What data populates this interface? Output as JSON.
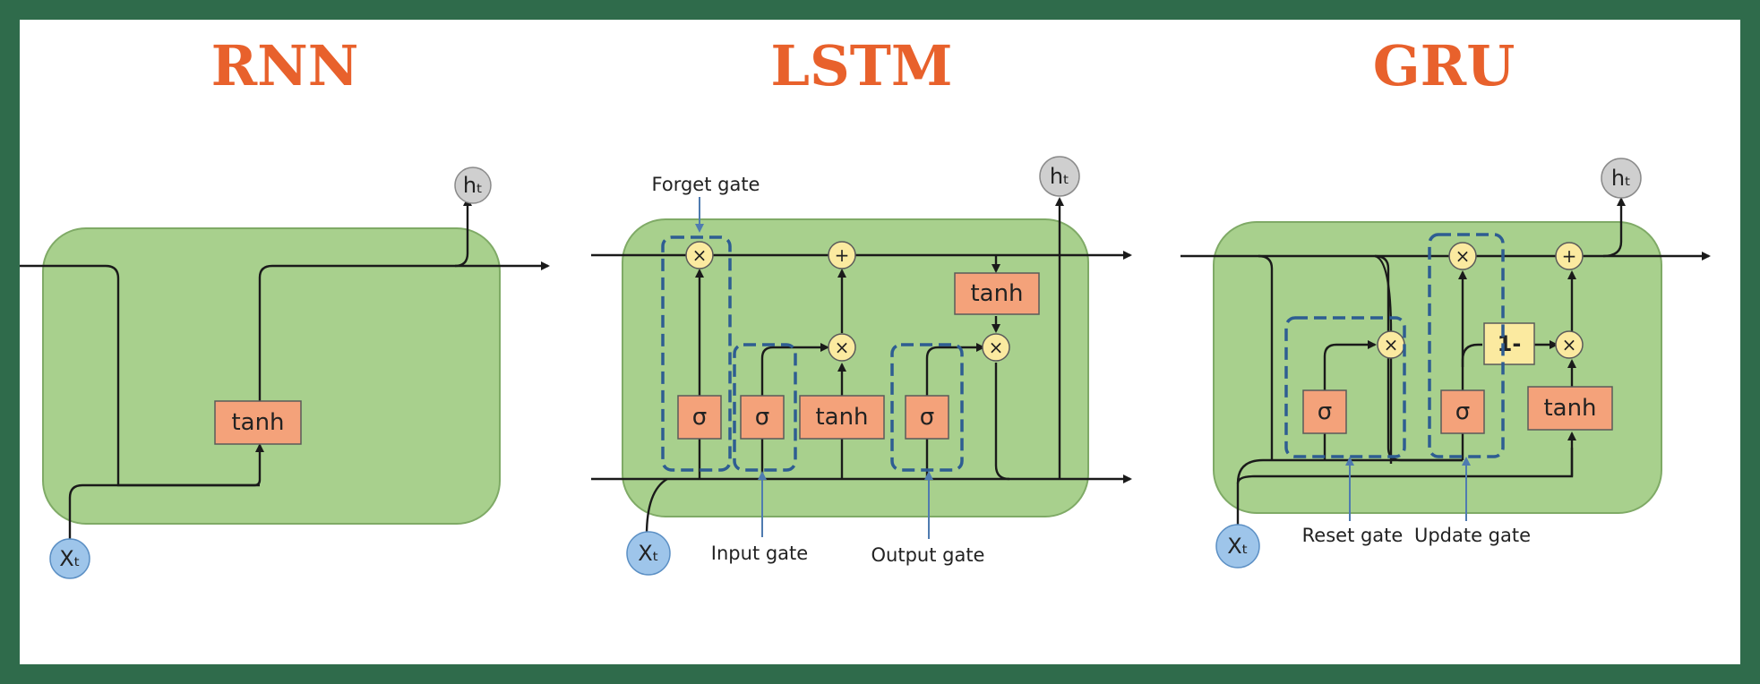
{
  "titles": {
    "rnn": "RNN",
    "lstm": "LSTM",
    "gru": "GRU"
  },
  "nodes": {
    "hidden": "hₜ",
    "input": "Xₜ"
  },
  "boxes": {
    "tanh": "tanh",
    "sigma": "σ",
    "one_minus": "1-"
  },
  "ops": {
    "multiply": "×",
    "add": "+"
  },
  "gates": {
    "forget": "Forget gate",
    "input": "Input gate",
    "output": "Output gate",
    "reset": "Reset gate",
    "update": "Update gate"
  },
  "colors": {
    "frame": "#2f6b4b",
    "title": "#e8612c",
    "cell": "#a8d08d",
    "box": "#f4a27a",
    "operator": "#fbeaa0",
    "hidden_node": "#cfcfcf",
    "input_node": "#9ec5ea",
    "gate_outline": "#2e5d92"
  }
}
